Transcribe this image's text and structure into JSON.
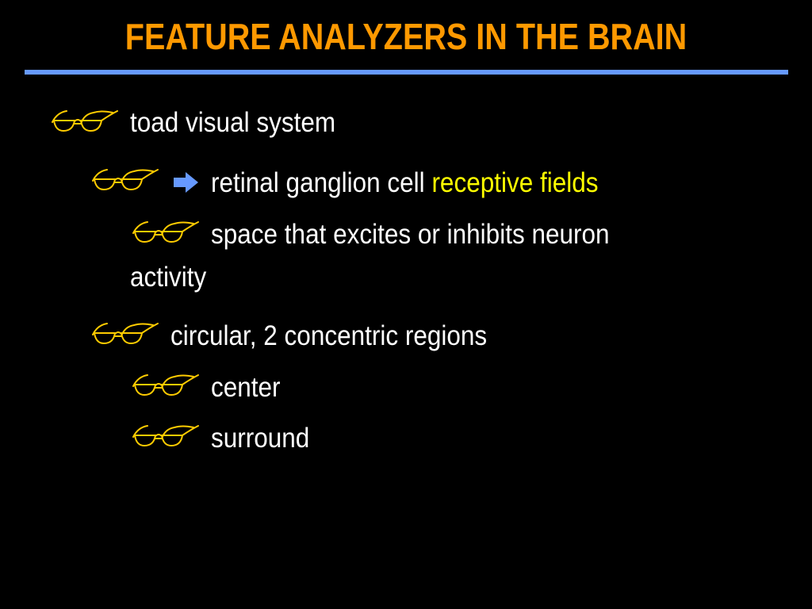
{
  "slide": {
    "title": "FEATURE ANALYZERS IN THE BRAIN",
    "colors": {
      "background": "#000000",
      "title": "#ff9900",
      "rule": "#6699ff",
      "text": "#ffffff",
      "highlight": "#ffff00",
      "bullet_icon": "#ffcc00",
      "arrow_icon": "#6699ff"
    },
    "bullets": [
      {
        "level": 1,
        "icon": "eyeglasses-icon",
        "text": "toad visual system"
      },
      {
        "level": 2,
        "icon": "eyeglasses-icon",
        "secondary_icon": "right-arrow-icon",
        "text": "retinal ganglion cell ",
        "highlight": "receptive fields"
      },
      {
        "level": 3,
        "icon": "eyeglasses-icon",
        "text": "space that excites or inhibits neuron",
        "continuation": "activity"
      },
      {
        "level": 2,
        "icon": "eyeglasses-icon",
        "text": "circular, 2 concentric regions"
      },
      {
        "level": 3,
        "icon": "eyeglasses-icon",
        "text": "center"
      },
      {
        "level": 3,
        "icon": "eyeglasses-icon",
        "text": "surround"
      }
    ]
  }
}
